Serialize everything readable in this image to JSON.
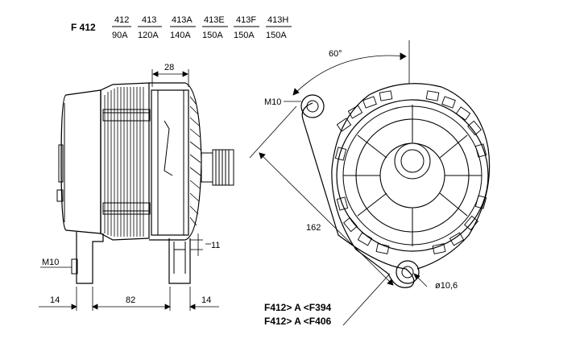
{
  "header": {
    "model": "F 412",
    "variants": [
      {
        "code": "412",
        "current": "90A"
      },
      {
        "code": "413",
        "current": "120A"
      },
      {
        "code": "413A",
        "current": "140A"
      },
      {
        "code": "413E",
        "current": "150A"
      },
      {
        "code": "413F",
        "current": "150A"
      },
      {
        "code": "413H",
        "current": "150A"
      }
    ]
  },
  "side_view": {
    "dim_top": "28",
    "dim_right": "11",
    "thread_label": "M10",
    "dim_bottom_left": "14",
    "dim_bottom_mid": "82",
    "dim_bottom_right": "14"
  },
  "front_view": {
    "angle": "60°",
    "thread_label": "M10",
    "diagonal_dim": "162",
    "hole_dim": "ø10,6"
  },
  "notes": [
    "F412> A <F394",
    "F412> A <F406"
  ]
}
